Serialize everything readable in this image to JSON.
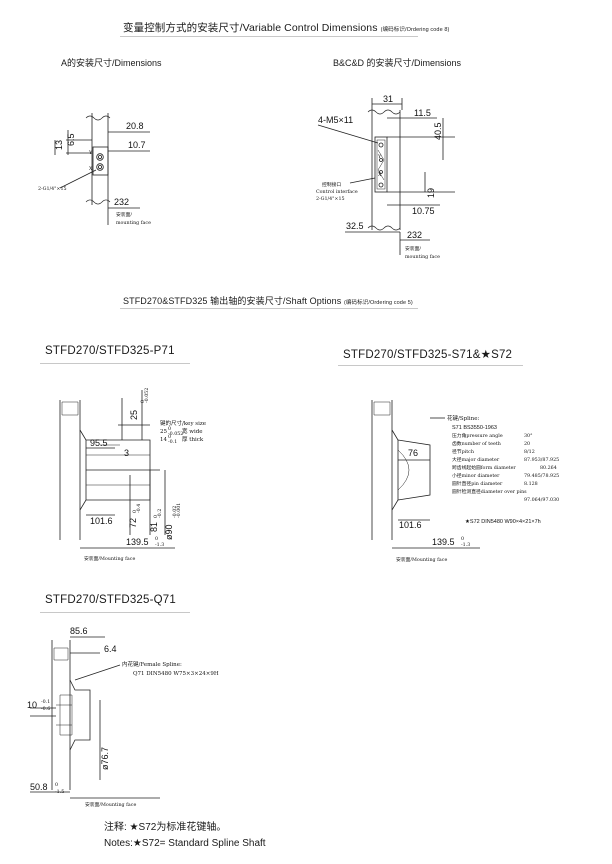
{
  "header": {
    "title": "变量控制方式的安装尺寸/Variable Control Dimensions",
    "ordering": "(编码标识/Ordering code 8)"
  },
  "view_a": {
    "title": "A的安装尺寸/Dimensions",
    "dims": [
      "20.8",
      "10.7",
      "6.5",
      "13",
      "232"
    ],
    "port": "2-G1/4\"×15",
    "face": [
      "安装面/",
      "mounting face"
    ],
    "marks": [
      "Y",
      "X"
    ]
  },
  "view_bcd": {
    "title": "B&C&D 的安装尺寸/Dimensions",
    "dims": [
      "31",
      "11.5",
      "40.5",
      "19",
      "10.75",
      "32.5",
      "232"
    ],
    "thread": "4-M5×11",
    "interface": [
      "控制接口",
      "Control interface",
      "2-G1/4\"×15"
    ],
    "face": [
      "安装面/",
      "mounting face"
    ],
    "marks": [
      "Y",
      "X"
    ]
  },
  "shaft_header": {
    "title": "STFD270&STFD325 输出轴的安装尺寸/Shaft Options",
    "ordering": "(编码标识/Ordering code 5)"
  },
  "p71": {
    "title": "STFD270/STFD325-P71",
    "dims": [
      "25",
      "0",
      "-0.052",
      "95.5",
      "3",
      "101.6",
      "72",
      "-0.4",
      "0",
      "81",
      "-0.2",
      "0",
      "ø90",
      "-0.02",
      "-0.001",
      "139.5",
      "0",
      "-1.3"
    ],
    "key": [
      "键的尺寸/key size",
      "25",
      "-0.052",
      "0",
      "宽 wide",
      "14",
      "-0.1",
      "0",
      "厚 thick"
    ],
    "face": "安装面/Mounting face"
  },
  "s71": {
    "title": "STFD270/STFD325-S71&★S72",
    "dims": [
      "76",
      "101.6",
      "139.5",
      "0",
      "-1.3"
    ],
    "spline": {
      "header": "花键/Spline:",
      "standard": "S71  BS3550-1963",
      "rows": [
        [
          "压力角pressure angle",
          "30°"
        ],
        [
          "齿数number of teeth",
          "20"
        ],
        [
          "径节pitch",
          "8/12"
        ],
        [
          "大径major diameter",
          "87.953/87.925"
        ],
        [
          "跨齿线起始圆form diameter",
          "80.264"
        ],
        [
          "小径minor diameter",
          "79.485/78.925"
        ],
        [
          "圆针直径pin diameter",
          "8.128"
        ],
        [
          "圆针检测直径diameter over pins",
          ""
        ],
        [
          "",
          "97.064/97.030"
        ]
      ],
      "s72": "★S72  DIN5480  W90×4×21×7h"
    },
    "face": "安装面/Mounting face"
  },
  "q71": {
    "title": "STFD270/STFD325-Q71",
    "dims": [
      "85.6",
      "6.4",
      "10",
      "-0.1",
      "-0.6",
      "ø76.7",
      "50.8",
      "0",
      "-1.5"
    ],
    "spline": [
      "内花键/Female Spline:",
      "Q71   DIN5480  W75×3×24×9H"
    ],
    "face": "安装面/Mounting face"
  },
  "notes": {
    "cn": "注释: ★S72为标准花键轴。",
    "en": "Notes:★S72= Standard Spline Shaft"
  }
}
